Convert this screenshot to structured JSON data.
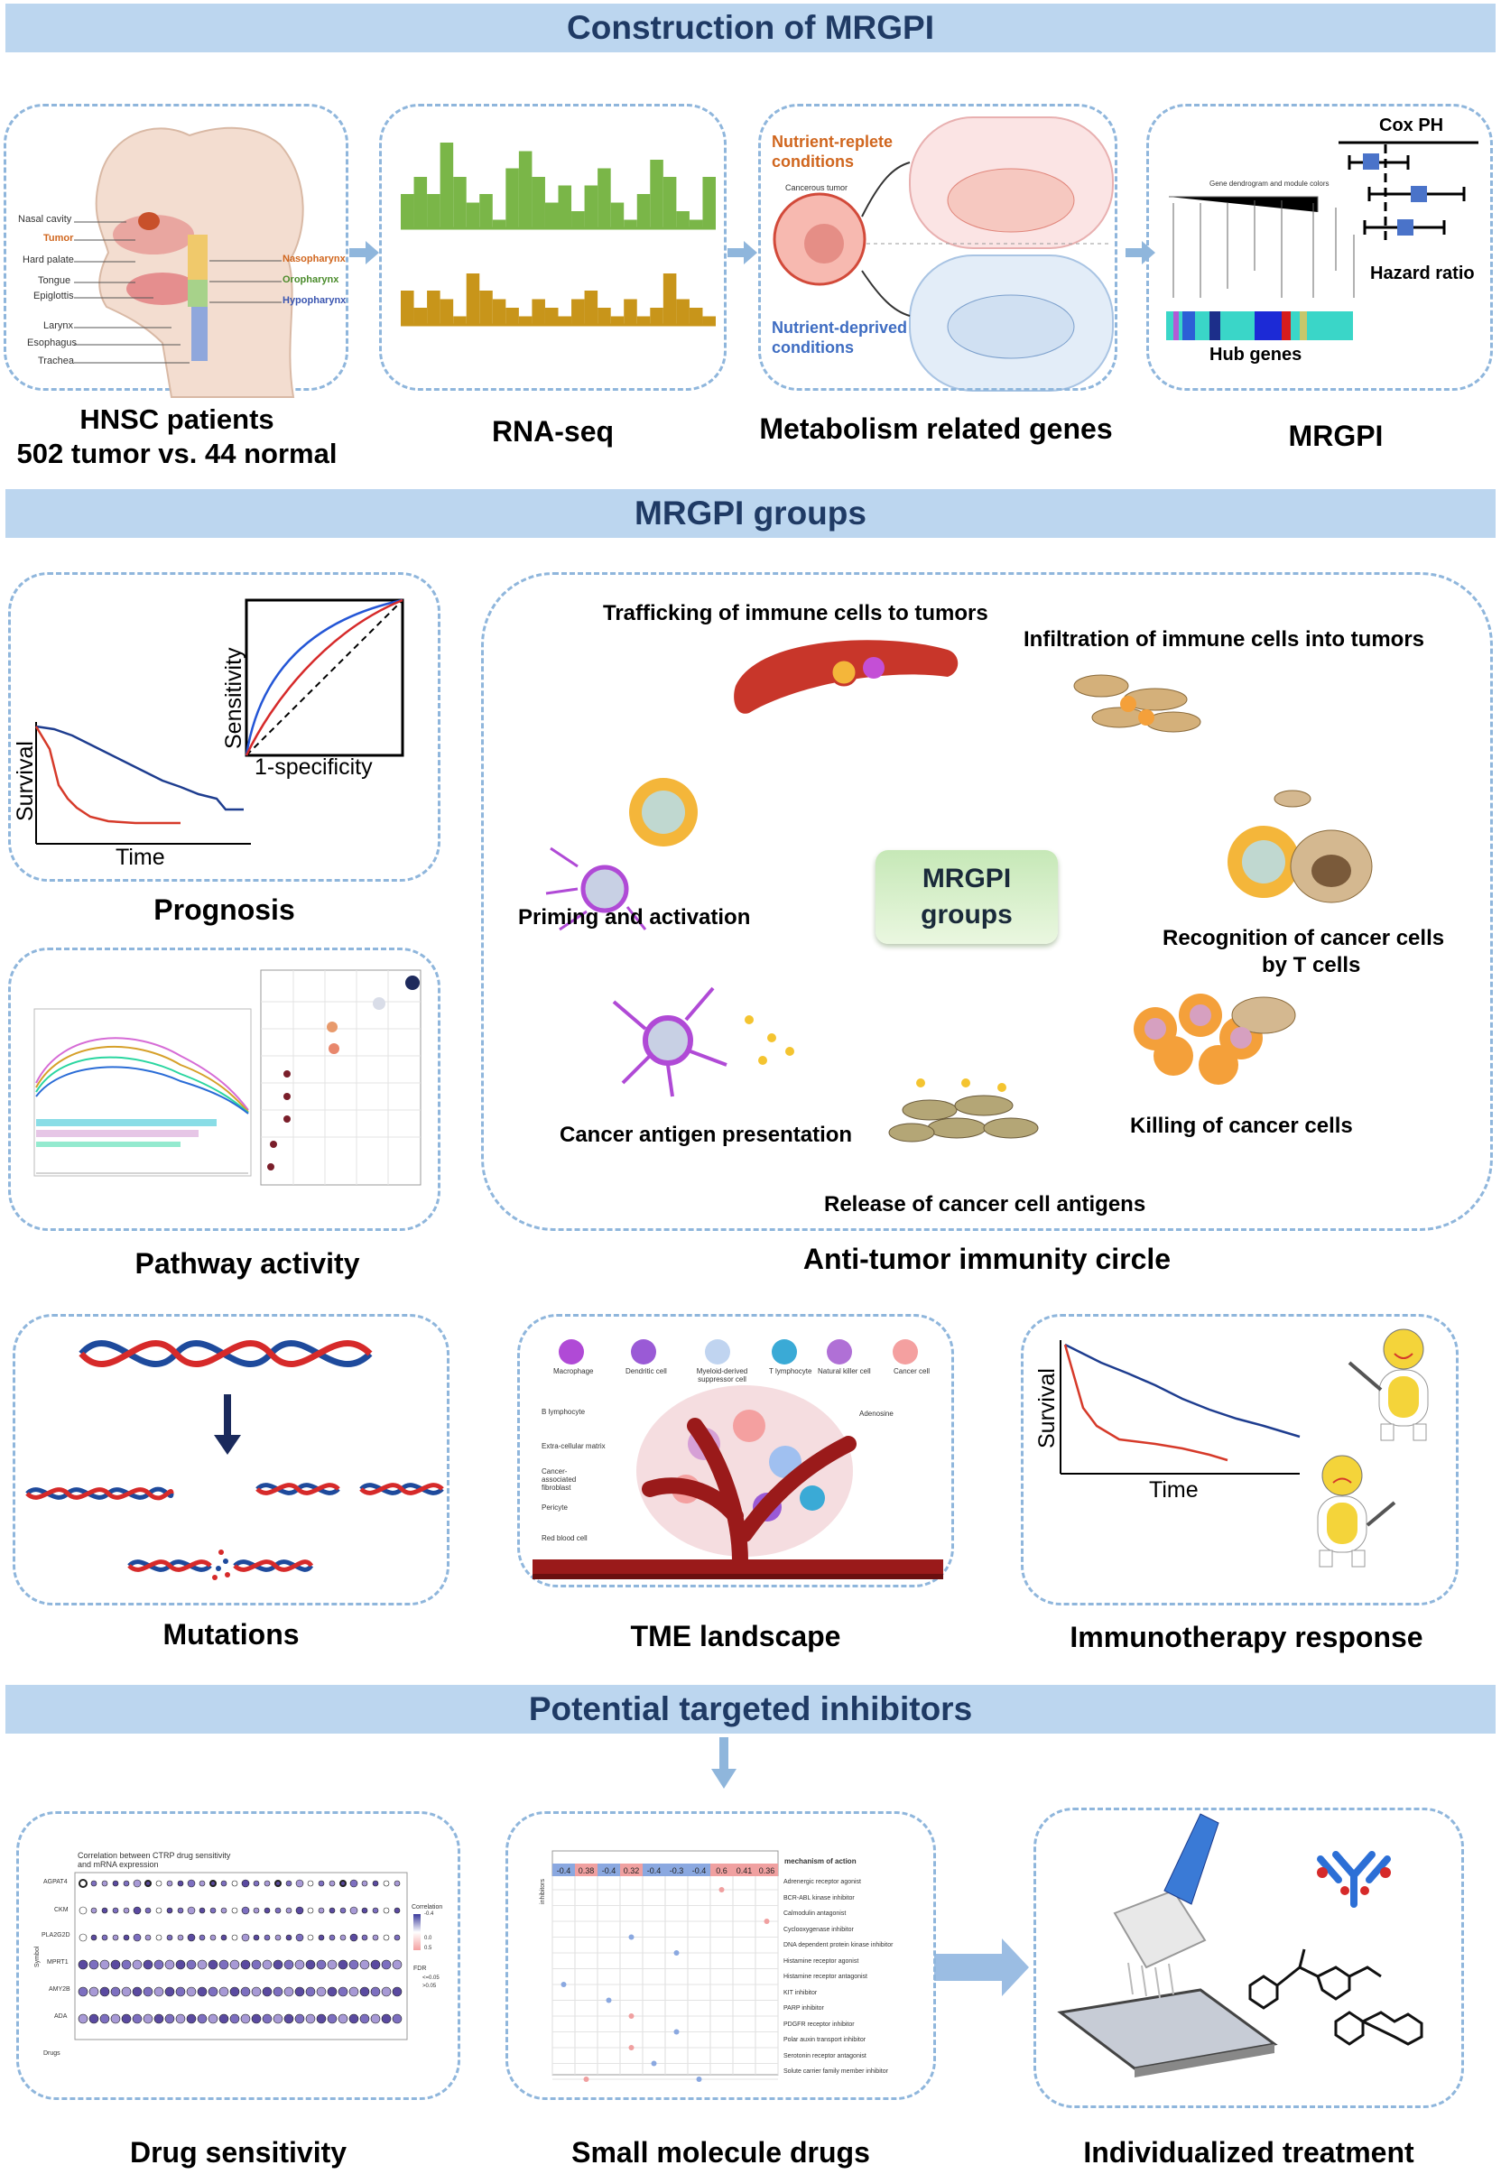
{
  "banners": {
    "construction": "Construction of MRGPI",
    "groups": "MRGPI groups",
    "inhibitors": "Potential targeted inhibitors"
  },
  "construction": {
    "hnsc": {
      "caption_line1": "HNSC patients",
      "caption_line2": "502 tumor vs. 44 normal",
      "labels_left": [
        "Nasal cavity",
        "Tumor",
        "Hard palate",
        "Tongue",
        "Epiglottis",
        "Larynx",
        "Esophagus",
        "Trachea"
      ],
      "labels_right": [
        "Nasopharynx",
        "Oropharynx",
        "Hypopharynx"
      ]
    },
    "rnaseq": {
      "caption": "RNA-seq"
    },
    "metabolism": {
      "caption": "Metabolism related genes",
      "replete": "Nutrient-replete conditions",
      "deprived": "Nutrient-deprived conditions",
      "tumor": "Cancerous tumor"
    },
    "mrgpi": {
      "caption": "MRGPI",
      "cox": "Cox PH",
      "hazard": "Hazard ratio",
      "hub": "Hub genes",
      "dendro_title": "Gene dendrogram and module colors"
    }
  },
  "groups": {
    "prognosis": {
      "caption": "Prognosis",
      "sensitivity": "Sensitivity",
      "specificity": "1-specificity",
      "survival": "Survival",
      "time": "Time"
    },
    "pathway": {
      "caption": "Pathway activity"
    },
    "immunity": {
      "caption": "Anti-tumor immunity circle",
      "center_line1": "MRGPI",
      "center_line2": "groups",
      "trafficking": "Trafficking of immune cells to tumors",
      "infiltration": "Infiltration of immune cells into tumors",
      "priming": "Priming and activation",
      "recognition_line1": "Recognition of cancer cells",
      "recognition_line2": "by T cells",
      "presentation": "Cancer antigen presentation",
      "killing": "Killing of cancer cells",
      "release": "Release of cancer cell antigens"
    }
  },
  "outcomes": {
    "mutations": {
      "caption": "Mutations"
    },
    "tme": {
      "caption": "TME landscape",
      "cells": [
        "Macrophage",
        "Dendritic cell",
        "Myeloid-derived suppressor cell",
        "T lymphocyte",
        "Natural killer cell",
        "Cancer cell"
      ],
      "left_labels": [
        "B lymphocyte",
        "Extra-cellular matrix",
        "Cancer-associated fibroblast",
        "Pericyte",
        "Red blood cell"
      ],
      "right_labels": [
        "Adenosine"
      ]
    },
    "immunotherapy": {
      "caption": "Immunotherapy response",
      "survival": "Survival",
      "time": "Time"
    }
  },
  "inhibitor_panels": {
    "drug": {
      "caption": "Drug sensitivity",
      "title": "Correlation between CTRP drug sensitivity and mRNA expression",
      "genes": [
        "AGPAT4",
        "CKM",
        "PLA2G2D",
        "MPRT1",
        "AMY2B",
        "ADA"
      ],
      "ylabel": "Symbol",
      "xlabel": "Drugs",
      "legend_corr": "Correlation",
      "legend_fdr": "FDR",
      "legend_fdr_items": [
        "<=0.05",
        ">0.05"
      ],
      "legend_ticks": [
        "-0.4",
        "0.0",
        "0.5"
      ]
    },
    "small": {
      "caption": "Small molecule drugs",
      "side_label": "inhibitors",
      "header": "mechanism of action",
      "scores": [
        "-0.4",
        "0.38",
        "-0.4",
        "0.32",
        "-0.4",
        "-0.3",
        "-0.4",
        "0.6",
        "0.41",
        "0.36"
      ],
      "mechanisms": [
        "Adrenergic receptor agonist",
        "BCR-ABL kinase inhibitor",
        "Calmodulin antagonist",
        "Cyclooxygenase inhibitor",
        "DNA dependent protein kinase inhibitor",
        "Histamine receptor agonist",
        "Histamine receptor antagonist",
        "KIT inhibitor",
        "PARP inhibitor",
        "PDGFR receptor inhibitor",
        "Polar auxin transport inhibitor",
        "Serotonin receptor antagonist",
        "Solute carrier family member inhibitor"
      ]
    },
    "individual": {
      "caption": "Individualized treatment"
    }
  },
  "colors": {
    "banner": "#bcd6ef",
    "banner_text": "#1f3a64",
    "dash": "#8fb6dc",
    "green_bar": "#7ab648",
    "gold_bar": "#c8951a",
    "km_high": "#1e3d8f",
    "km_low": "#d63a2a"
  },
  "chart_data": [
    {
      "type": "bar",
      "name": "rnaseq-top",
      "values": [
        4,
        6,
        4,
        10,
        6,
        3,
        4,
        1,
        7,
        9,
        6,
        3,
        5,
        2,
        5,
        7,
        3,
        1,
        4,
        8,
        6,
        2,
        1,
        6
      ],
      "ylim": [
        0,
        10
      ]
    },
    {
      "type": "bar",
      "name": "rnaseq-bottom",
      "values": [
        4,
        2,
        4,
        3,
        1,
        6,
        4,
        3,
        2,
        1,
        3,
        2,
        1,
        3,
        4,
        2,
        1,
        3,
        1,
        2,
        6,
        3,
        2,
        1
      ],
      "ylim": [
        0,
        10
      ]
    }
  ]
}
